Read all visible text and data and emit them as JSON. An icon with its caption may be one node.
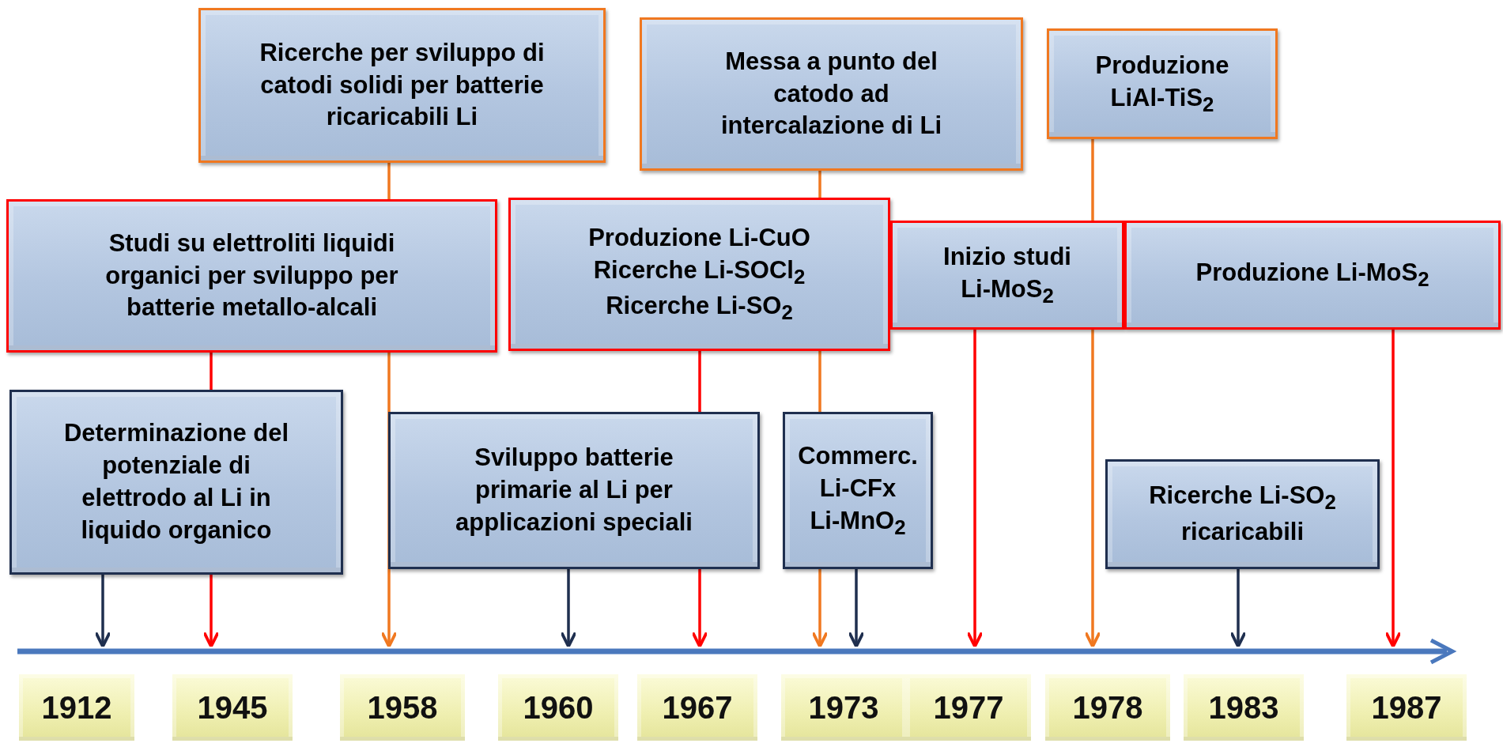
{
  "diagram": {
    "nodes": [
      {
        "text": [
          "Ricerche per sviluppo di catodi solidi per batterie ricaricabili Li"
        ]
      },
      {
        "text": [
          "Messa a punto del catodo ad intercalazione di Li"
        ]
      },
      {
        "text": [
          "Produzione LiAl-TiS$_{2}$"
        ]
      },
      {
        "text": [
          "Studi su elettroliti liquidi organici per sviluppo per batterie metallo-alcali"
        ]
      },
      {
        "text": [
          "Produzione Li-CuO",
          "Ricerche Li-SOCl$_{2}$",
          "Ricerche Li-SO$_{2}$"
        ]
      },
      {
        "text": [
          "Inizio studi Li-MoS$_{2}$"
        ]
      },
      {
        "text": [
          "Produzione Li-MoS$_{2}$"
        ]
      },
      {
        "text": [
          "Determinazione del potenziale di elettrodo al Li in liquido organico"
        ]
      },
      {
        "text": [
          "Sviluppo batterie primarie al Li per applicazioni speciali"
        ]
      },
      {
        "text": [
          "Commerc.",
          "Li-CFx",
          "Li-MnO$_{2}$"
        ]
      },
      {
        "text": [
          "Ricerche Li-SO$_{2}$ ricaricabili"
        ]
      }
    ],
    "edges": [
      {
        "from": 7,
        "to": null,
        "arrow": "to",
        "color": "#1f2f4f"
      },
      {
        "from": 3,
        "to": null,
        "arrow": "to",
        "color": "#ff0000"
      },
      {
        "from": 0,
        "to": null,
        "arrow": "to",
        "color": "#f07820"
      },
      {
        "from": 8,
        "to": null,
        "arrow": "to",
        "color": "#1f2f4f"
      },
      {
        "from": 4,
        "to": null,
        "arrow": "to",
        "color": "#ff0000"
      },
      {
        "from": 1,
        "to": null,
        "arrow": "to",
        "color": "#f07820"
      },
      {
        "from": 9,
        "to": null,
        "arrow": "to",
        "color": "#1f2f4f"
      },
      {
        "from": 5,
        "to": null,
        "arrow": "to",
        "color": "#ff0000"
      },
      {
        "from": 2,
        "to": null,
        "arrow": "to",
        "color": "#f07820"
      },
      {
        "from": 10,
        "to": null,
        "arrow": "to",
        "color": "#1f2f4f"
      },
      {
        "from": 6,
        "to": null,
        "arrow": "to",
        "color": "#ff0000"
      }
    ],
    "labels": [
      "1912",
      "1945",
      "1958",
      "1960",
      "1967",
      "1973",
      "1977",
      "1978",
      "1983",
      "1987"
    ]
  }
}
